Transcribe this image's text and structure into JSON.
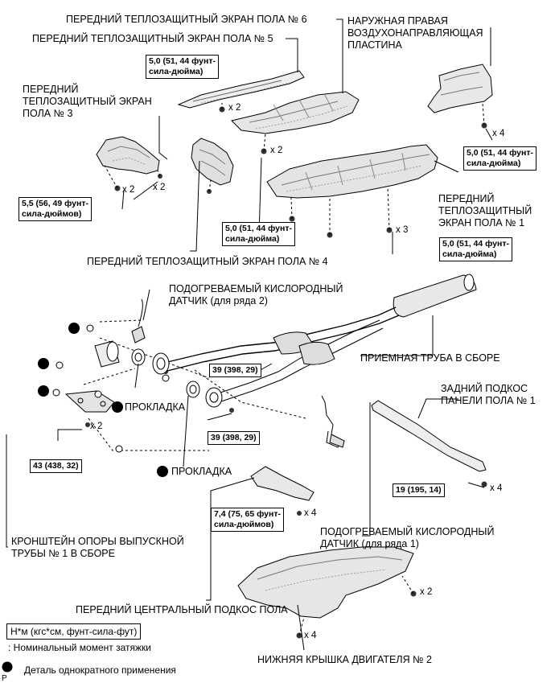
{
  "labels": {
    "floor_shield_6": "ПЕРЕДНИЙ ТЕПЛОЗАЩИТНЫЙ ЭКРАН ПОЛА № 6",
    "floor_shield_5": "ПЕРЕДНИЙ ТЕПЛОЗАЩИТНЫЙ ЭКРАН ПОЛА № 5",
    "outer_rh_plate": [
      "НАРУЖНАЯ ПРАВАЯ",
      "ВОЗДУХОНАПРАВЛЯЮЩАЯ",
      "ПЛАСТИНА"
    ],
    "floor_shield_3": [
      "ПЕРЕДНИЙ",
      "ТЕПЛОЗАЩИТНЫЙ ЭКРАН",
      "ПОЛА № 3"
    ],
    "floor_shield_1": [
      "ПЕРЕДНИЙ",
      "ТЕПЛОЗАЩИТНЫЙ",
      "ЭКРАН ПОЛА № 1"
    ],
    "floor_shield_4": "ПЕРЕДНИЙ ТЕПЛОЗАЩИТНЫЙ ЭКРАН ПОЛА № 4",
    "o2_sensor_bank2": [
      "ПОДОГРЕВАЕМЫЙ КИСЛОРОДНЫЙ",
      "ДАТЧИК (для ряда 2)"
    ],
    "front_pipe_assy": "ПРИЕМНАЯ ТРУБА В СБОРЕ",
    "rear_floor_brace": [
      "ЗАДНИЙ ПОДКОС",
      "ПАНЕЛИ ПОЛА № 1"
    ],
    "gasket_1": "ПРОКЛАДКА",
    "gasket_2": "ПРОКЛАДКА",
    "bracket_assy": [
      "КРОНШТЕЙН ОПОРЫ ВЫПУСКНОЙ",
      "ТРУБЫ № 1 В СБОРЕ"
    ],
    "o2_sensor_bank1": [
      "ПОДОГРЕВАЕМЫЙ КИСЛОРОДНЫЙ",
      "ДАТЧИК (для ряда 1)"
    ],
    "center_floor_brace": "ПЕРЕДНИЙ ЦЕНТРАЛЬНЫЙ ПОДКОС ПОЛА",
    "engine_under_cover": "НИЖНЯЯ КРЫШКА ДВИГАТЕЛЯ № 2"
  },
  "torques": {
    "t_shield5": [
      "5,0 (51, 44 фунт-",
      "сила-дюйма)"
    ],
    "t_plate": [
      "5,0 (51, 44 фунт-",
      "сила-дюйма)"
    ],
    "t_shield3": [
      "5,5 (56, 49 фунт-",
      "сила-дюймов)"
    ],
    "t_shield6": [
      "5,0 (51, 44 фунт-",
      "сила-дюйма)"
    ],
    "t_shield1": [
      "5,0 (51, 44 фунт-",
      "сила-дюйма)"
    ],
    "t_pipe_a": "39 (398, 29)",
    "t_pipe_b": "39 (398, 29)",
    "t_bracket": "43 (438, 32)",
    "t_rear_brace": "19 (195, 14)",
    "t_center_brace": [
      "7,4 (75, 65 фунт-",
      "сила-дюймов)"
    ]
  },
  "quantities": {
    "q_s5": "x 2",
    "q_plate": "x 4",
    "q_s6": "x 2",
    "q_s3a": "x 2",
    "q_s3b": "x 2",
    "q_s1": "x 3",
    "q_bracket": "x 2",
    "q_rear": "x 4",
    "q_center": "x 4",
    "q_cover_r": "x 2",
    "q_cover_l": "x 4"
  },
  "legend": {
    "unit": "Н*м (кгс*см, фунт-сила-фут)",
    "torque_note": ": Номинальный момент затяжки",
    "non_reusable": "Деталь однократного применения"
  },
  "corner_mark": "P"
}
